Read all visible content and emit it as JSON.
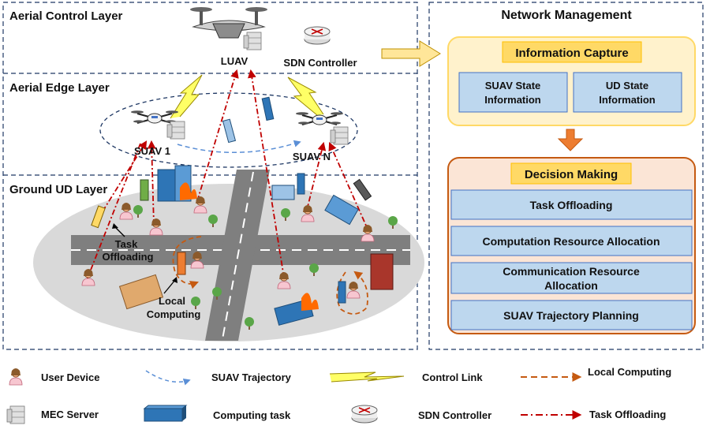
{
  "layers": {
    "aerial_control": "Aerial Control Layer",
    "aerial_edge": "Aerial Edge Layer",
    "ground": "Ground UD Layer"
  },
  "nodes": {
    "luav": "LUAV",
    "sdn_controller": "SDN Controller",
    "suav1": "SUAV 1",
    "suavN": "SUAV N",
    "task_offloading": [
      "Task",
      "Offloading"
    ],
    "local_computing": [
      "Local",
      "Computing"
    ]
  },
  "network_management": {
    "title": "Network Management",
    "information_capture": {
      "title": "Information Capture",
      "items": [
        [
          "SUAV State",
          "Information"
        ],
        [
          "UD State",
          "Information"
        ]
      ]
    },
    "decision_making": {
      "title": "Decision Making",
      "items": [
        [
          "Task Offloading"
        ],
        [
          "Computation Resource Allocation"
        ],
        [
          "Communication Resource",
          "Allocation"
        ],
        [
          "SUAV Trajectory Planning"
        ]
      ]
    }
  },
  "legend": [
    {
      "label": "User Device",
      "icon": "user-device-icon"
    },
    {
      "label": "SUAV Trajectory",
      "icon": "suav-trajectory-icon"
    },
    {
      "label": "Control Link",
      "icon": "control-link-icon"
    },
    {
      "label": "Local Computing",
      "icon": "local-computing-icon"
    },
    {
      "label": "MEC Server",
      "icon": "mec-server-icon"
    },
    {
      "label": "Computing task",
      "icon": "computing-task-icon"
    },
    {
      "label": "SDN Controller",
      "icon": "sdn-controller-icon"
    },
    {
      "label": "Task Offloading",
      "icon": "task-offloading-icon"
    }
  ],
  "colors": {
    "offload_red": "#c00000",
    "local_orange": "#c55a11",
    "trajectory_blue": "#5b8fd6",
    "box_blue": "#bdd7ee",
    "capture_fill": "#fff2cc",
    "decision_fill": "#fbe5d6"
  }
}
